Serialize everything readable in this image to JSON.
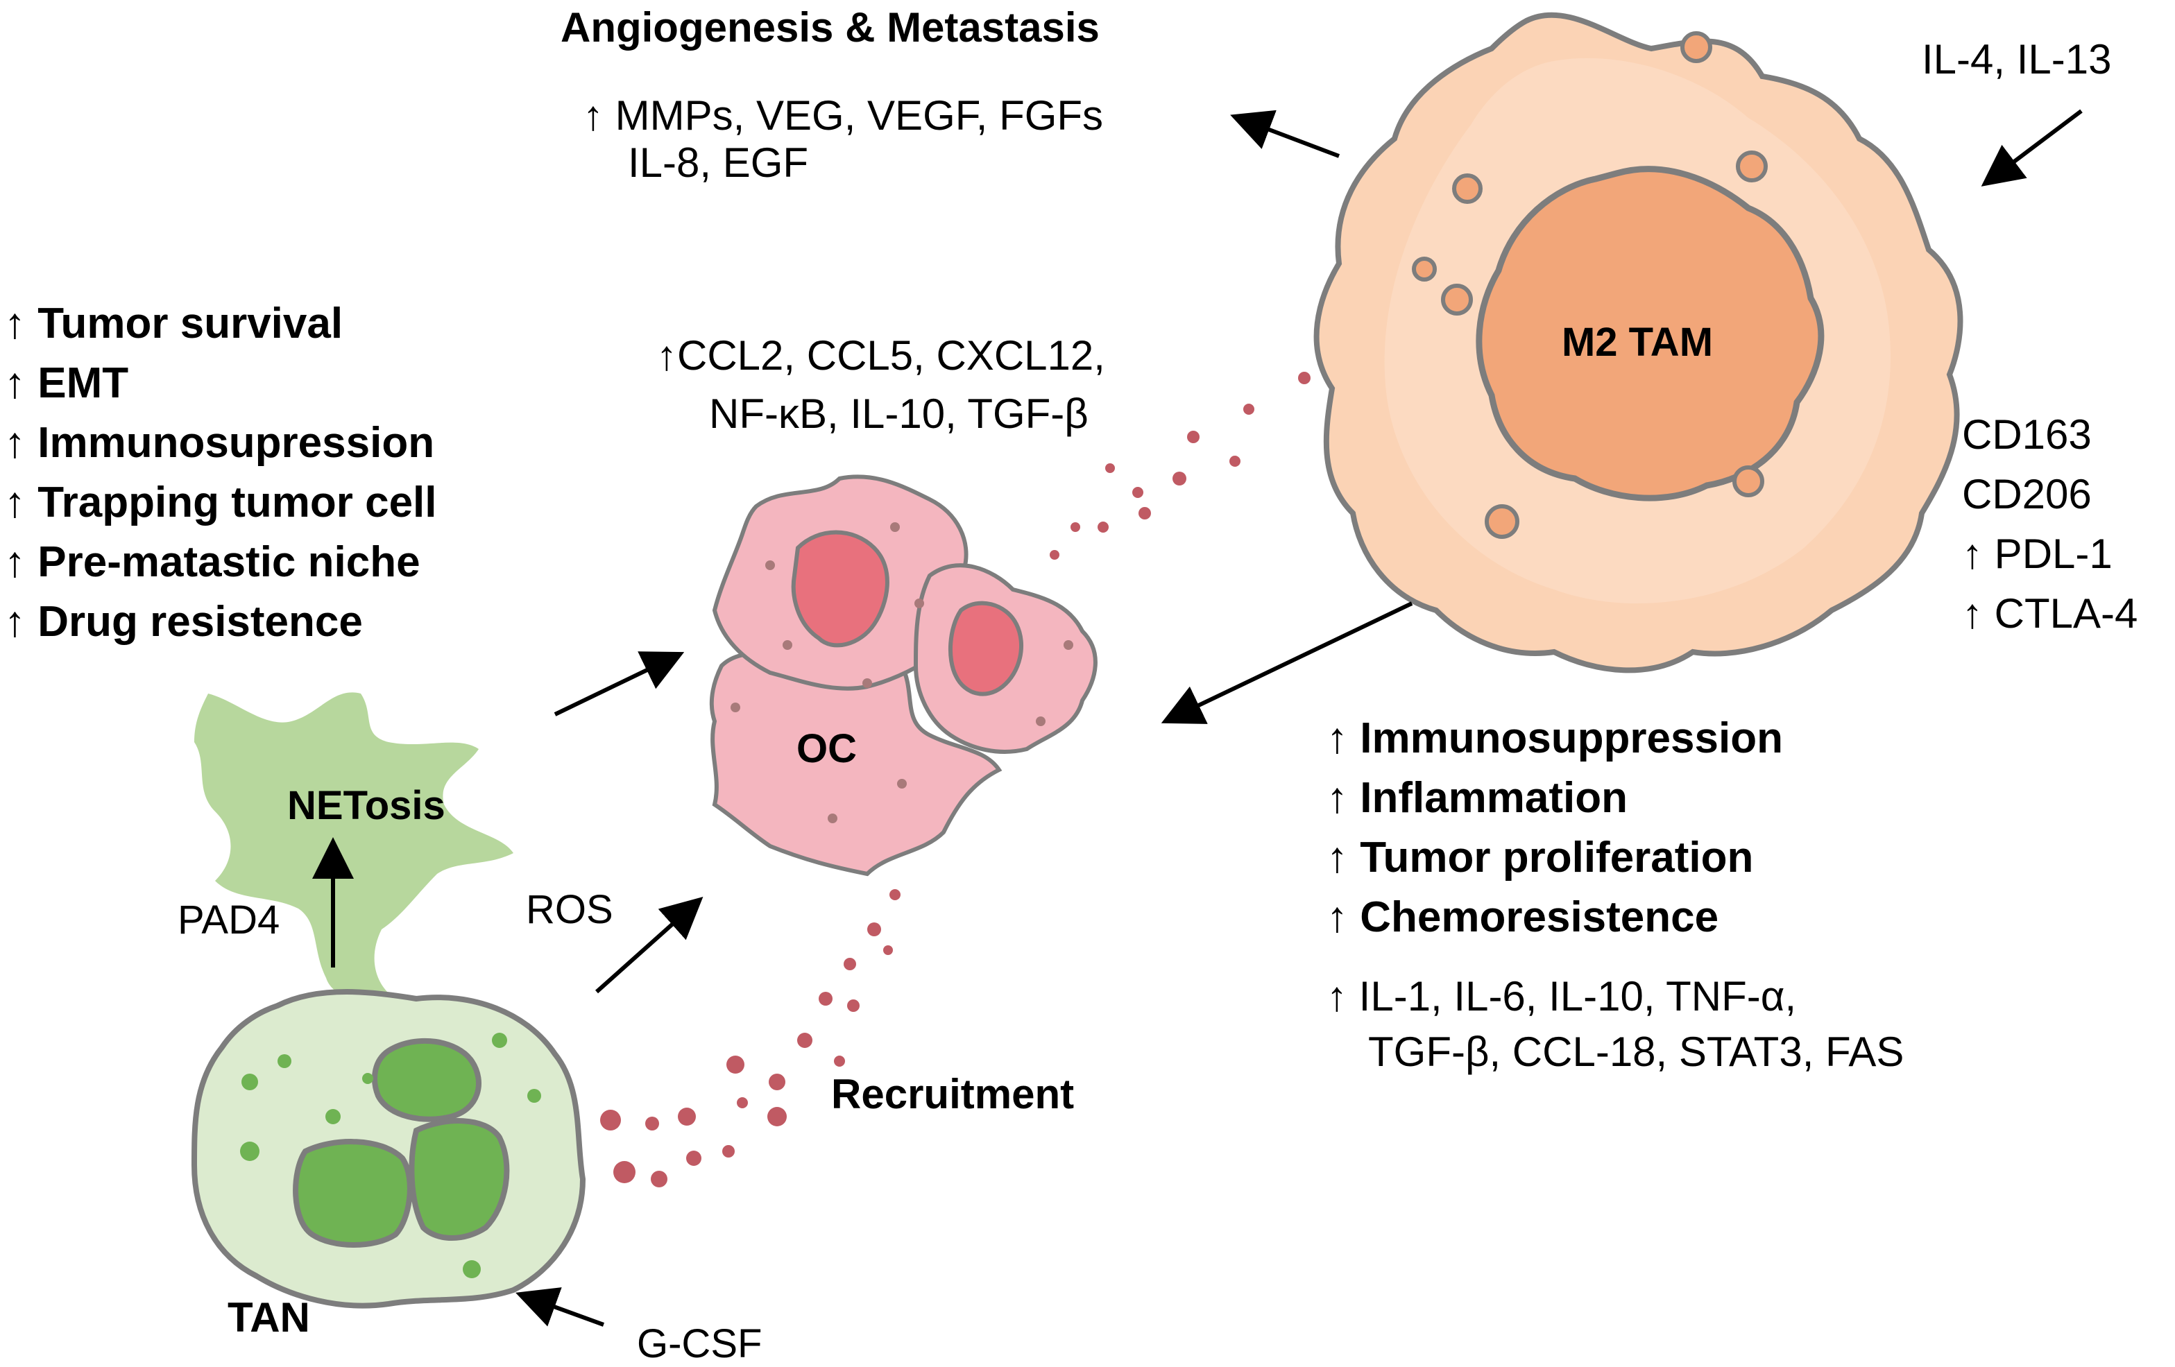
{
  "title_top": "Angiogenesis & Metastasis",
  "angio_factors": [
    "↑ MMPs, VEG, VEGF, FGFs",
    "IL-8, EGF"
  ],
  "tam_inducers": "IL-4, IL-13",
  "tam_label": "M2 TAM",
  "tam_markers": [
    "CD163",
    "CD206",
    "↑ PDL-1",
    "↑ CTLA-4"
  ],
  "tan_effects": [
    "↑ Tumor survival",
    "↑ EMT",
    "↑ Immunosupression",
    "↑ Trapping tumor cell",
    "↑ Pre-matastic niche",
    "↑ Drug resistence"
  ],
  "tam_signals": [
    "↑CCL2, CCL5, CXCL12,",
    "NF-κB, IL-10, TGF-β"
  ],
  "oc_label": "OC",
  "netosis_label": "NETosis",
  "pad4_label": "PAD4",
  "ros_label": "ROS",
  "recruitment_label": "Recruitment",
  "tan_label": "TAN",
  "gcsf_label": "G-CSF",
  "tam_effects": [
    "↑ Immunosuppression",
    "↑ Inflammation",
    "↑ Tumor proliferation",
    "↑ Chemoresistence"
  ],
  "tam_cytokines": [
    "↑ IL-1, IL-6, IL-10, TNF-α,",
    "TGF-β, CCL-18, STAT3, FAS"
  ],
  "colors": {
    "tam_body": "#fbd3b5",
    "tam_nucleus": "#f2a679",
    "tan_body": "#dcebcf",
    "tan_nucleus": "#6fb353",
    "netosis": "#b7d79d",
    "oc_body": "#f4b6bf",
    "oc_nucleus": "#e8717d",
    "dots": "#c05a63"
  }
}
